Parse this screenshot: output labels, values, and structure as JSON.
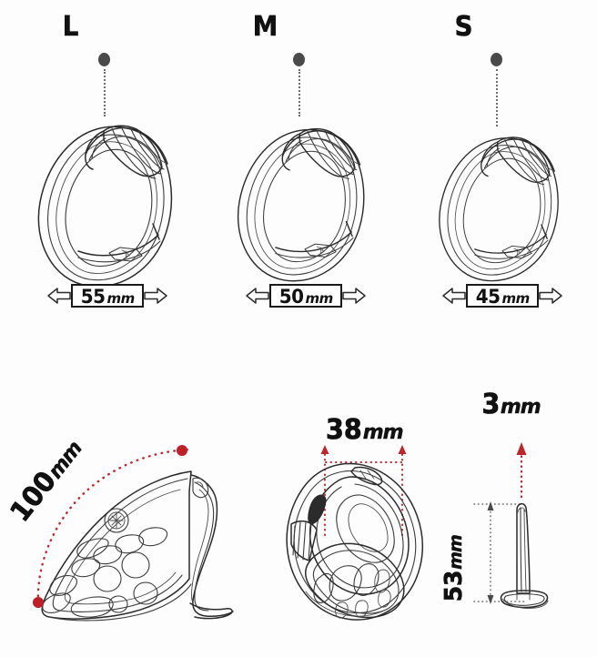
{
  "document": {
    "kind": "product-dimension-diagram",
    "background_color": "#ffffff"
  },
  "colors": {
    "line": "#2b2b2b",
    "dimension_red": "#c0252c",
    "marker_gray": "#4a4a4a",
    "text": "#111111"
  },
  "ring_row": {
    "items": [
      {
        "size_letter": "L",
        "measure_value": "55",
        "measure_unit": "mm",
        "marker": "callout-dot"
      },
      {
        "size_letter": "M",
        "measure_value": "50",
        "measure_unit": "mm",
        "marker": "callout-dot"
      },
      {
        "size_letter": "S",
        "measure_value": "45",
        "measure_unit": "mm",
        "marker": "callout-dot"
      }
    ]
  },
  "detail_row": {
    "cage_side": {
      "dimension_value": "100",
      "dimension_unit": "mm",
      "dimension_orientation": "diagonal-arc",
      "endpoint_markers": 2
    },
    "cage_front": {
      "dimension_value": "38",
      "dimension_unit": "mm",
      "dimension_orientation": "horizontal-width"
    },
    "sound": {
      "top_dimension_value": "3",
      "top_dimension_unit": "mm",
      "side_dimension_value": "53",
      "side_dimension_unit": "mm",
      "side_dimension_orientation": "vertical-rotated"
    }
  }
}
